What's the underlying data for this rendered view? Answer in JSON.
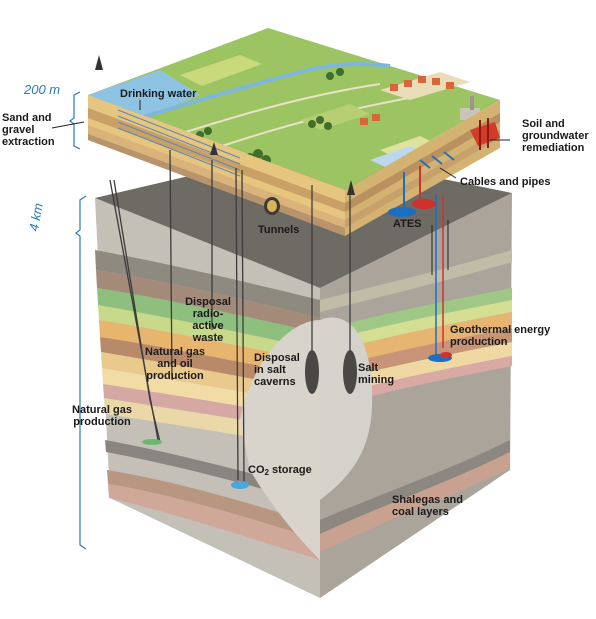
{
  "scale": {
    "top": "200 m",
    "deep": "4 km"
  },
  "labels": {
    "drinking_water": "Drinking water",
    "sand_gravel": "Sand and\ngravel\nextraction",
    "soil_groundwater": "Soil and\ngroundwater\nremediation",
    "cables_pipes": "Cables and pipes",
    "tunnels": "Tunnels",
    "ates": "ATES",
    "disposal_radioactive": "Disposal\nradio-\nactive\nwaste",
    "natural_gas_oil": "Natural gas\nand oil\nproduction",
    "disposal_salt": "Disposal\nin salt\ncaverns",
    "salt_mining": "Salt\nmining",
    "geothermal": "Geothermal energy\nproduction",
    "natural_gas": "Natural gas\nproduction",
    "co2_prefix": "CO",
    "co2_sub": "2",
    "co2_suffix": " storage",
    "shalegas": "Shalegas and\ncoal layers"
  },
  "colors": {
    "grass": "#9cc463",
    "grass_dark": "#7faa47",
    "water": "#7fb6dc",
    "block_front": "#b8b3ab",
    "block_right": "#9d978e",
    "top_face_shadow": "#5d5a55",
    "scale_blue": "#2a7ab8",
    "ates_blue": "#1b6fc1",
    "geo_red": "#d0312d"
  }
}
